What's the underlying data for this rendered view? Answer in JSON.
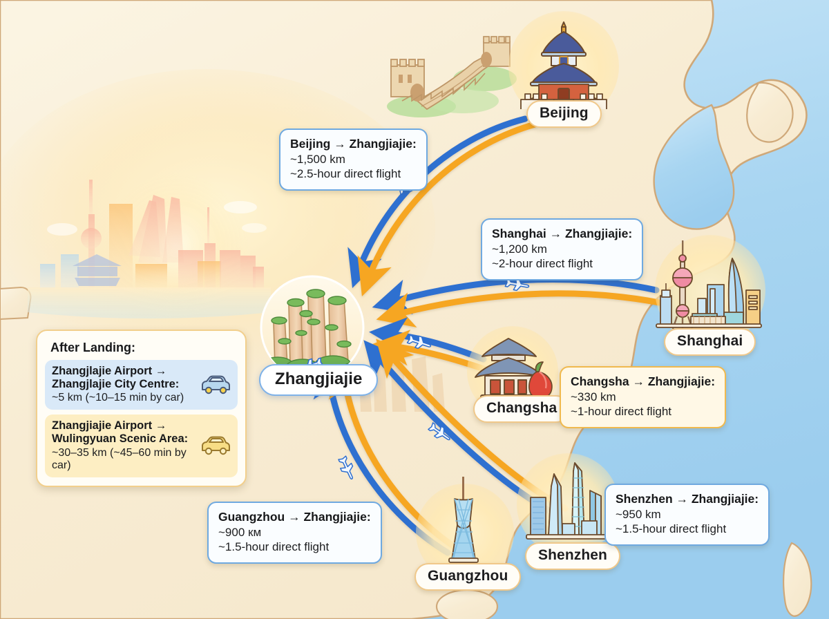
{
  "map": {
    "title": "Zhangjiajie flight access map",
    "colors": {
      "sea": "#a9d6f2",
      "land": "#f7ebd3",
      "coastline": "#cfa879",
      "route_outbound": "#2f6fd0",
      "route_inbound": "#f6a623",
      "callout_blue_border": "#6fa9e0",
      "callout_amber_border": "#f0b94e",
      "pill_border": "#f0c88a",
      "primary_pill_border": "#7fb2e8"
    }
  },
  "cities": [
    {
      "id": "beijing",
      "label": "Beijing",
      "icon": "temple-of-heaven-icon"
    },
    {
      "id": "shanghai",
      "label": "Shanghai",
      "icon": "oriental-pearl-skyline-icon"
    },
    {
      "id": "changsha",
      "label": "Changsha",
      "icon": "changsha-pavilion-chili-icon"
    },
    {
      "id": "shenzhen",
      "label": "Shenzhen",
      "icon": "shenzhen-skyline-icon"
    },
    {
      "id": "guangzhou",
      "label": "Guangzhou",
      "icon": "canton-tower-icon"
    },
    {
      "id": "zhangjiajie",
      "label": "Zhangjiajie",
      "icon": "zhangjiajie-pillars-icon"
    }
  ],
  "routes": [
    {
      "id": "beijing",
      "title": "Beijing → Zhangjiajie:",
      "distance": "~1,500 km",
      "duration": "~2.5-hour direct flight",
      "style": "blue"
    },
    {
      "id": "shanghai",
      "title": "Shanghai → Zhangjiajie:",
      "distance": "~1,200 km",
      "duration": "~2-hour direct flight",
      "style": "blue"
    },
    {
      "id": "changsha",
      "title": "Changsha → Zhangjiajie:",
      "distance": "~330 km",
      "duration": "~1-hour direct flight",
      "style": "amber"
    },
    {
      "id": "shenzhen",
      "title": "Shenzhen → Zhangjiajie:",
      "distance": "~950 km",
      "duration": "~1.5-hour direct flight",
      "style": "blue"
    },
    {
      "id": "guangzhou",
      "title": "Guangzhou → Zhangjiajie:",
      "distance": "~900 км",
      "duration": "~1.5-hour direct flight",
      "style": "blue"
    }
  ],
  "after_landing": {
    "heading": "After Landing:",
    "rows": [
      {
        "title_line1": "Zhangjlajie Airport →",
        "title_line2": "Zhangjlajie City Centre:",
        "detail": "~5 km (~10–15 min by car)",
        "icon": "blue-car-icon",
        "style": "blue"
      },
      {
        "title_line1": "Zhangjiajie Airport →",
        "title_line2": "Wulingyuan Scenic Area:",
        "detail": "~30–35 km (~45–60 min by car)",
        "icon": "yellow-car-icon",
        "style": "amber"
      }
    ]
  },
  "decorations": [
    {
      "id": "great-wall",
      "name": "great-wall-illustration"
    },
    {
      "id": "skyline-watercolor",
      "name": "watercolor-city-skyline"
    },
    {
      "id": "pillars-watercolor",
      "name": "watercolor-stone-pillars"
    }
  ]
}
